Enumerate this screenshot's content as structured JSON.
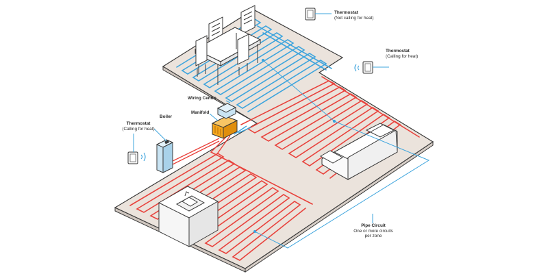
{
  "labels": {
    "thermostat_top": {
      "title": "Thermostat",
      "status": "(Not calling for heat)"
    },
    "thermostat_right": {
      "title": "Thermostat",
      "status": "(Calling for heat)"
    },
    "thermostat_left": {
      "title": "Thermostat",
      "status": "(Calling for heat)"
    },
    "wiring_centre": "Wiring Centre",
    "manifold": "Manifold",
    "boiler": "Boiler",
    "pipe_circuit": {
      "title": "Pipe Circuit",
      "line1": "One or more circuits",
      "line2": "per zone"
    }
  },
  "colors": {
    "floor": "#ebe3dc",
    "floor_edge": "#3a3a3a",
    "hot_pipe": "#e8423c",
    "cold_pipe": "#3da4dd",
    "manifold": "#f4a51c",
    "boiler": "#c9e4f3",
    "leader_line": "#3da4dd",
    "furniture": "#ffffff"
  }
}
